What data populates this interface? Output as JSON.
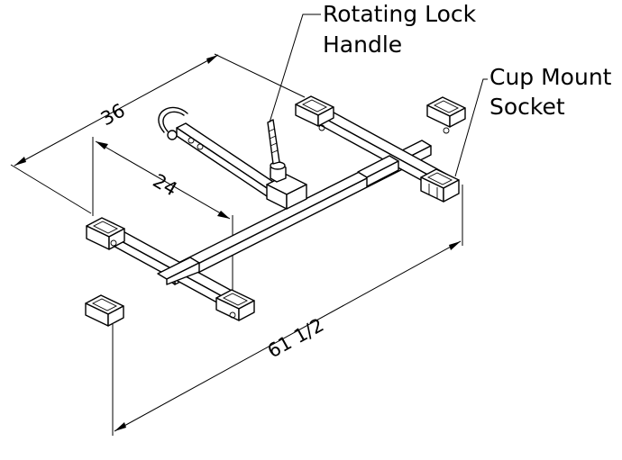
{
  "callouts": {
    "handle_line1": "Rotating Lock",
    "handle_line2": "Handle",
    "socket_line1": "Cup Mount",
    "socket_line2": "Socket"
  },
  "dimensions": {
    "overall_width": "36",
    "inner_width": "24",
    "overall_length": "61 1/2"
  }
}
